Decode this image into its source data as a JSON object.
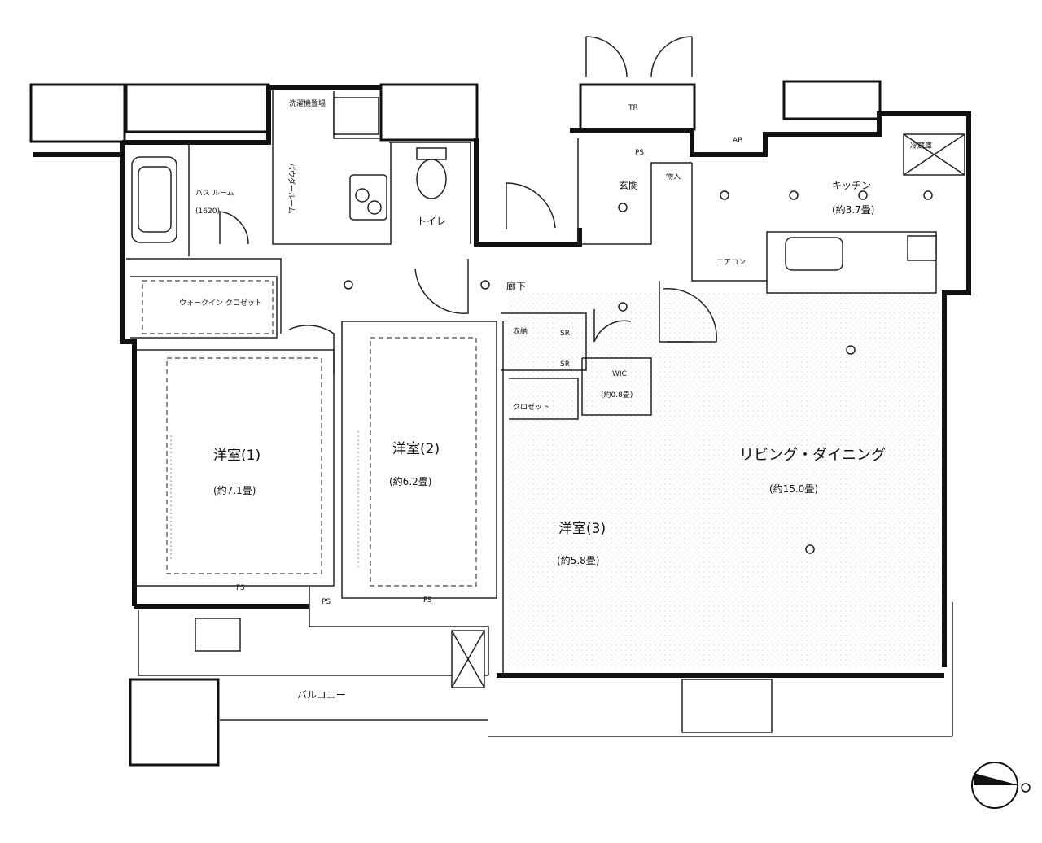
{
  "rooms": {
    "living": {
      "name": "リビング・ダイニング",
      "size": "(約15.0畳)"
    },
    "kitchen": {
      "name": "キッチン",
      "size": "(約3.7畳)"
    },
    "western1": {
      "name": "洋室(1)",
      "size": "(約7.1畳)"
    },
    "western2": {
      "name": "洋室(2)",
      "size": "(約6.2畳)"
    },
    "western3": {
      "name": "洋室(3)",
      "size": "(約5.8畳)"
    },
    "bath": {
      "name": "バス ルーム",
      "size": "(1620)"
    },
    "powder": {
      "name": "パウダールーム"
    },
    "toilet": {
      "name": "トイレ"
    },
    "entrance": {
      "name": "玄関"
    },
    "corridor": {
      "name": "廊下"
    },
    "walkin": {
      "name": "ウォークイン クロゼット"
    },
    "closet": {
      "name": "クロゼット"
    },
    "wic2": {
      "name": "WIC",
      "size": "(約0.8畳)"
    },
    "balcony": {
      "name": "バルコニー"
    }
  },
  "labels": {
    "tr": "TR",
    "ab": "AB",
    "ps1": "PS",
    "ps2": "PS",
    "sr1": "SR",
    "sr2": "SR",
    "fs1": "FS",
    "fs2": "FS",
    "washer": "洗濯機置場",
    "storage1": "収納",
    "shoebox": "物入",
    "aircon": "エアコン",
    "fridge": "冷蔵庫"
  }
}
